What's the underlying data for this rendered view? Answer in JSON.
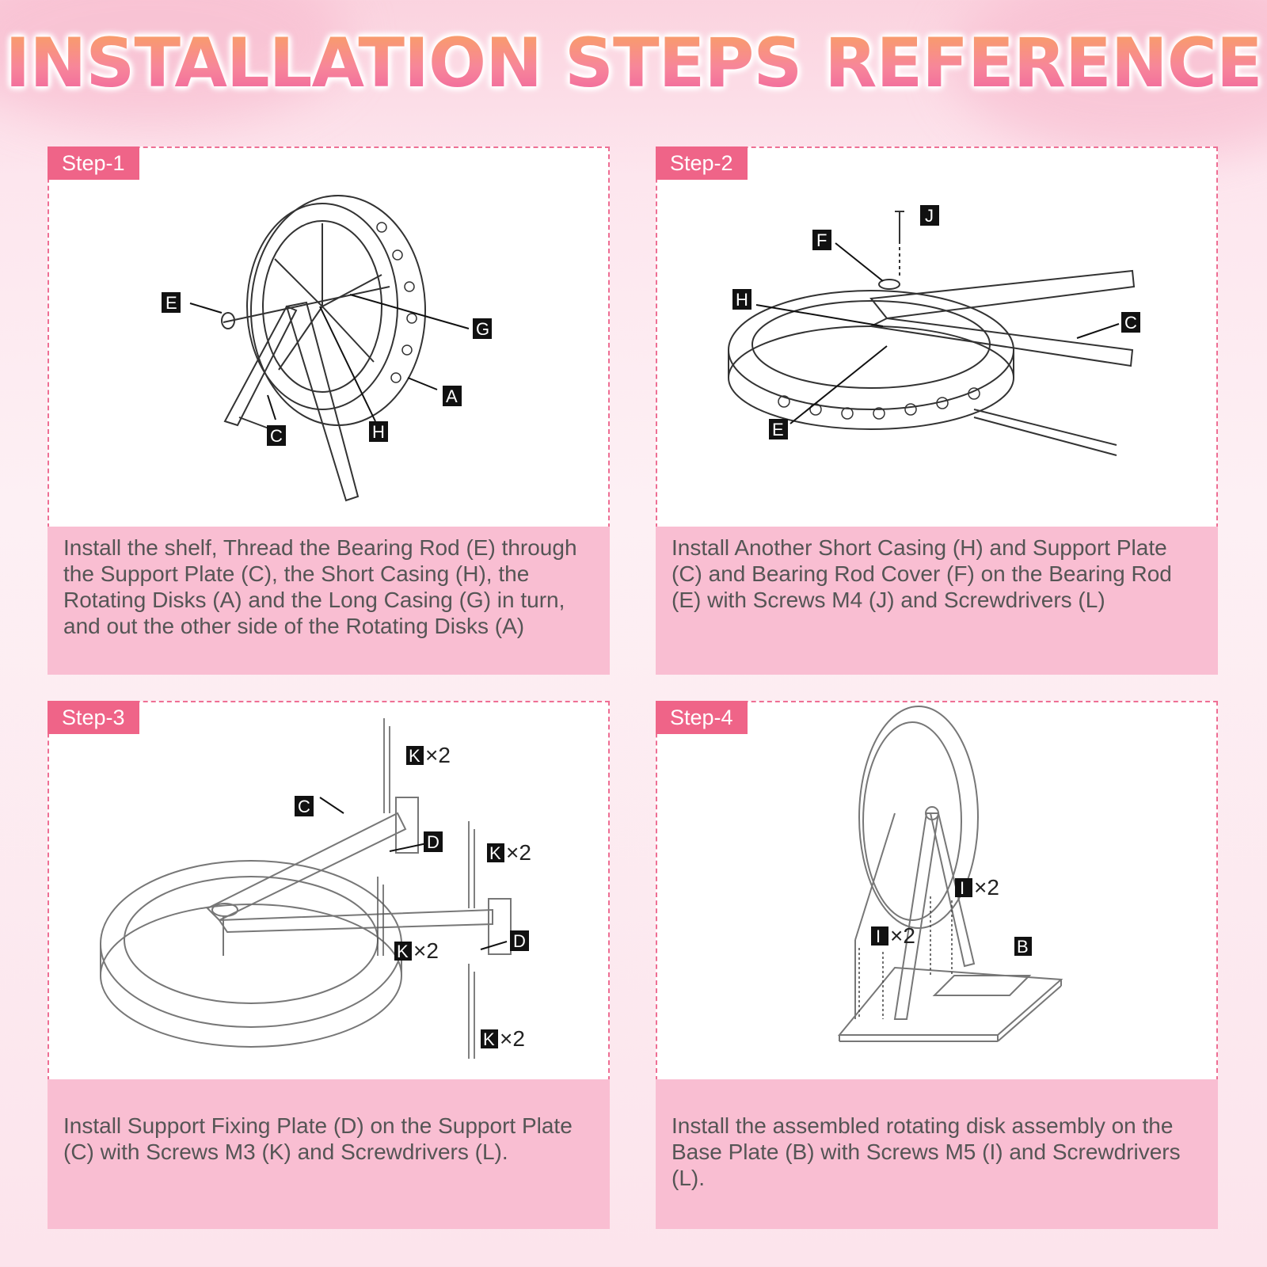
{
  "title": "INSTALLATION STEPS REFERENCE",
  "steps": [
    {
      "label": "Step-1",
      "description": "Install the shelf, Thread the Bearing Rod (E) through the Support Plate (C), the Short Casing (H), the Rotating Disks (A) and the Long Casing (G) in turn, and out the other side of the Rotating Disks (A)",
      "tags": [
        "E",
        "G",
        "A",
        "C",
        "H"
      ]
    },
    {
      "label": "Step-2",
      "description": "Install Another Short Casing (H) and Support Plate (C) and Bearing Rod Cover (F) on the Bearing Rod (E) with Screws M4 (J) and Screwdrivers (L)",
      "tags": [
        "J",
        "F",
        "H",
        "C",
        "E"
      ]
    },
    {
      "label": "Step-3",
      "description": "Install Support Fixing Plate (D) on the Support Plate (C) with Screws M3 (K) and Screwdrivers (L).",
      "tags": [
        "K",
        "C",
        "D",
        "K",
        "D",
        "K",
        "K"
      ],
      "counts": [
        "×2",
        "×2",
        "×2",
        "×2"
      ]
    },
    {
      "label": "Step-4",
      "description": "Install the assembled rotating disk assembly on the Base Plate (B) with Screws M5 (I) and Screwdrivers (L).",
      "tags": [
        "I",
        "I",
        "B"
      ],
      "counts": [
        "×2",
        "×2"
      ]
    }
  ]
}
